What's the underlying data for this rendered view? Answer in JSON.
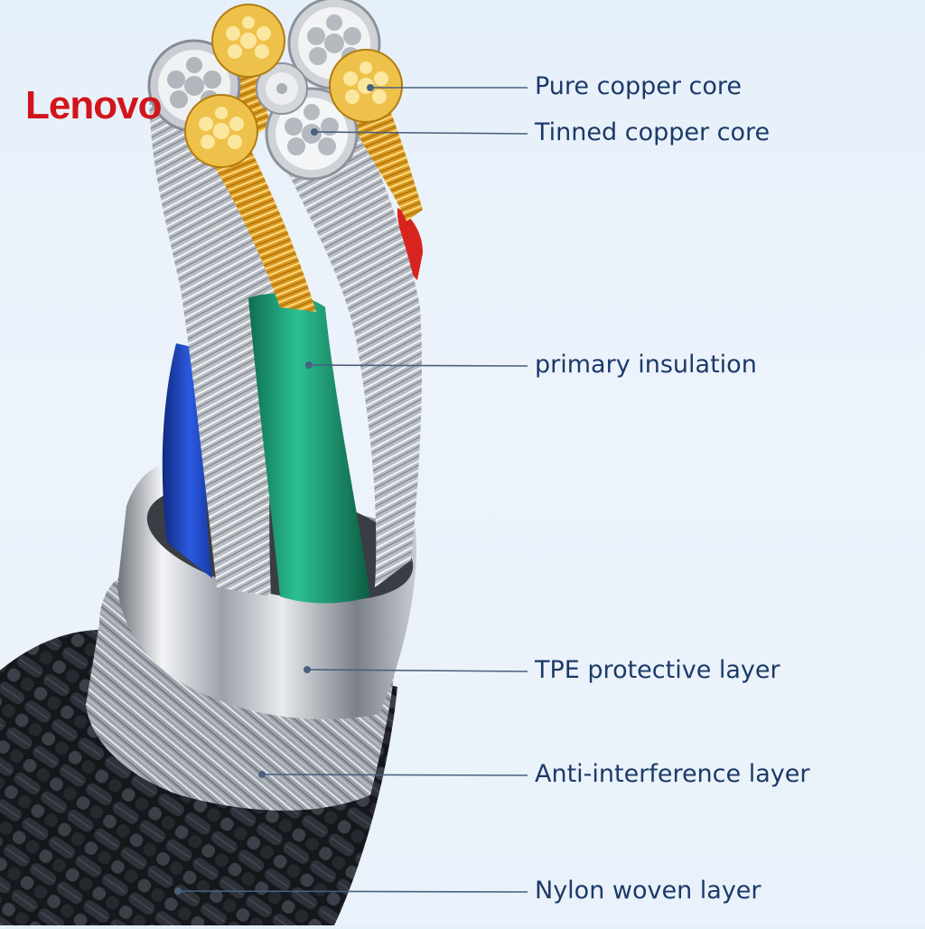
{
  "brand": {
    "text": "Lenovo",
    "color": "#d2151c"
  },
  "label_color": "#1b3a68",
  "leader_color": "#4a607e",
  "callouts": [
    {
      "id": "pure-copper-core",
      "label": "Pure copper core"
    },
    {
      "id": "tinned-copper-core",
      "label": "Tinned copper core"
    },
    {
      "id": "primary-insulation",
      "label": "primary insulation"
    },
    {
      "id": "tpe-protective-layer",
      "label": "TPE protective layer"
    },
    {
      "id": "anti-interference-layer",
      "label": "Anti-interference layer"
    },
    {
      "id": "nylon-woven-layer",
      "label": "Nylon woven layer"
    }
  ],
  "wire_colors": {
    "copper": "#e0a52a",
    "tinned": "#c9cdd3",
    "green_insulation": "#1e9a73",
    "blue_insulation": "#1d44b8",
    "red_insulation": "#d8231e",
    "tpe": "#c3c7cc",
    "braid": "#1b1d22"
  }
}
